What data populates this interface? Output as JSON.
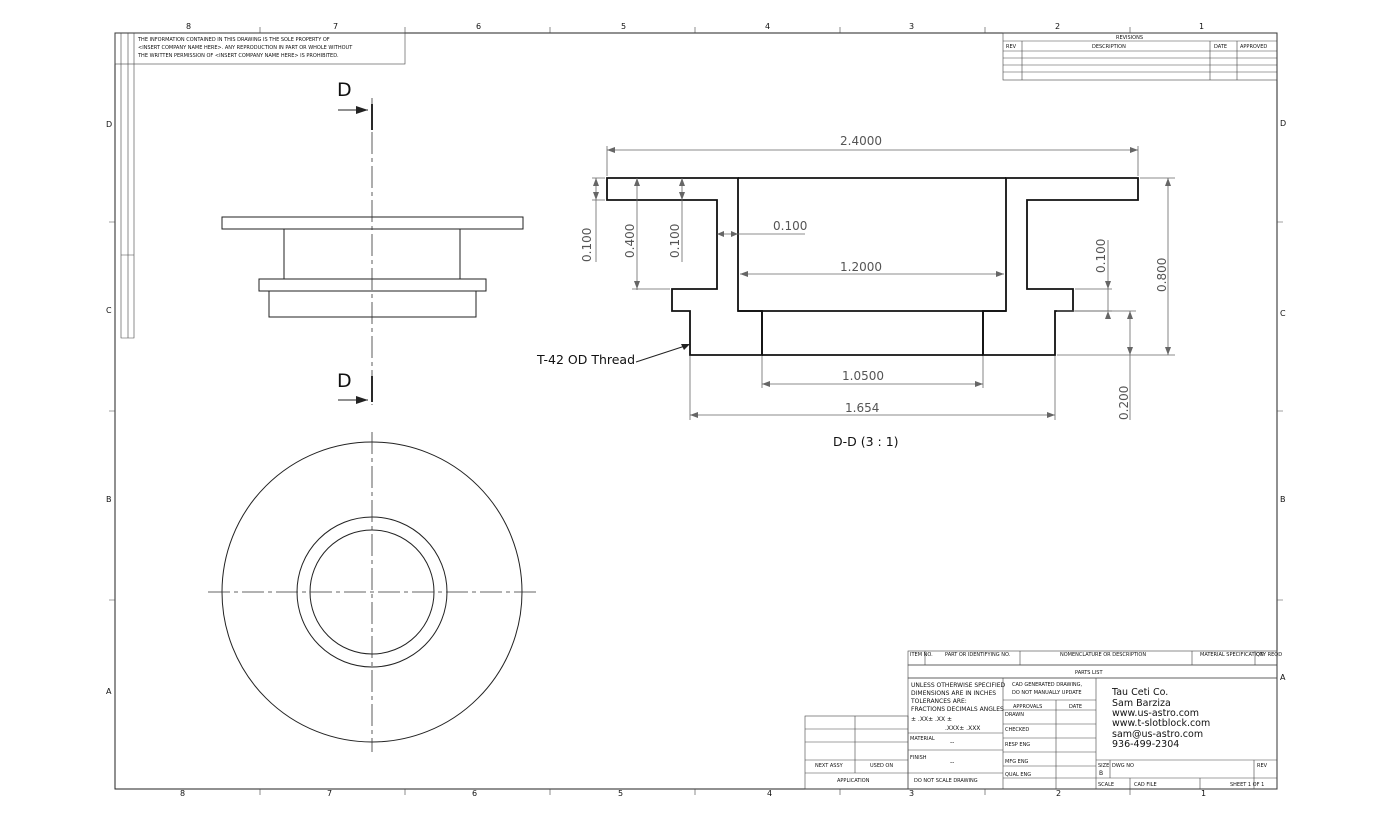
{
  "border": {
    "col_labels": [
      "8",
      "7",
      "6",
      "5",
      "4",
      "3",
      "2",
      "1"
    ],
    "row_labels": [
      "D",
      "C",
      "B",
      "A"
    ]
  },
  "notice": {
    "line1": "THE INFORMATION CONTAINED IN THIS DRAWING IS THE SOLE PROPERTY OF",
    "line2": "<INSERT COMPANY NAME HERE>. ANY REPRODUCTION IN PART OR WHOLE WITHOUT",
    "line3": "THE WRITTEN PERMISSION OF <INSERT COMPANY NAME HERE> IS PROHIBITED."
  },
  "revisions": {
    "title": "REVISIONS",
    "headers": [
      "REV",
      "DESCRIPTION",
      "DATE",
      "APPROVED"
    ]
  },
  "views": {
    "section_letter_top": "D",
    "section_letter_bottom": "D",
    "section_caption": "D-D (3 : 1)",
    "thread_note": "T-42 OD Thread"
  },
  "dimensions": {
    "overall_width": "2.4000",
    "bore": "1.2000",
    "inner_step": "1.0500",
    "thread_od": "1.654",
    "wall": "0.100",
    "flange_thk_left": "0.100",
    "depth_left": "0.400",
    "step_left": "0.100",
    "step_right": "0.100",
    "height_total": "0.800",
    "thread_len": "0.200"
  },
  "bom": {
    "item_no": "ITEM NO.",
    "part_no": "PART OR IDENTIFYING NO.",
    "nomenclature": "NOMENCLATURE OR DESCRIPTION",
    "material_spec": "MATERIAL SPECIFICATION",
    "qty": "QTY REQD",
    "parts_list": "PARTS LIST"
  },
  "title_block": {
    "tol1": "UNLESS OTHERWISE SPECIFIED",
    "tol2": "DIMENSIONS ARE IN INCHES",
    "tol3": "TOLERANCES ARE:",
    "tol4": "FRACTIONS  DECIMALS  ANGLES",
    "tol5": "±      .XX±  .XX    ±",
    "tol6": ".XXX± .XXX",
    "material_label": "MATERIAL",
    "material_value": "--",
    "finish_label": "FINISH",
    "finish_value": "--",
    "next_assy": "NEXT ASSY",
    "used_on": "USED ON",
    "application": "APPLICATION",
    "no_scale": "DO NOT SCALE DRAWING",
    "cad1": "CAD GENERATED DRAWING,",
    "cad2": "DO NOT MANUALLY UPDATE",
    "approvals": "APPROVALS",
    "date": "DATE",
    "drawn": "DRAWN",
    "checked": "CHECKED",
    "responsible": "RESP ENG",
    "mfg": "MFG ENG",
    "quality": "QUAL ENG",
    "company": "Tau Ceti Co.",
    "person": "Sam Barziza",
    "web1": "www.us-astro.com",
    "web2": "www.t-slotblock.com",
    "email": "sam@us-astro.com",
    "phone": "936-499-2304",
    "size_label": "SIZE",
    "size_value": "B",
    "dwg_no": "DWG NO",
    "rev": "REV",
    "scale": "SCALE",
    "cad_file": "CAD FILE",
    "sheet": "SHEET 1 OF 1"
  }
}
